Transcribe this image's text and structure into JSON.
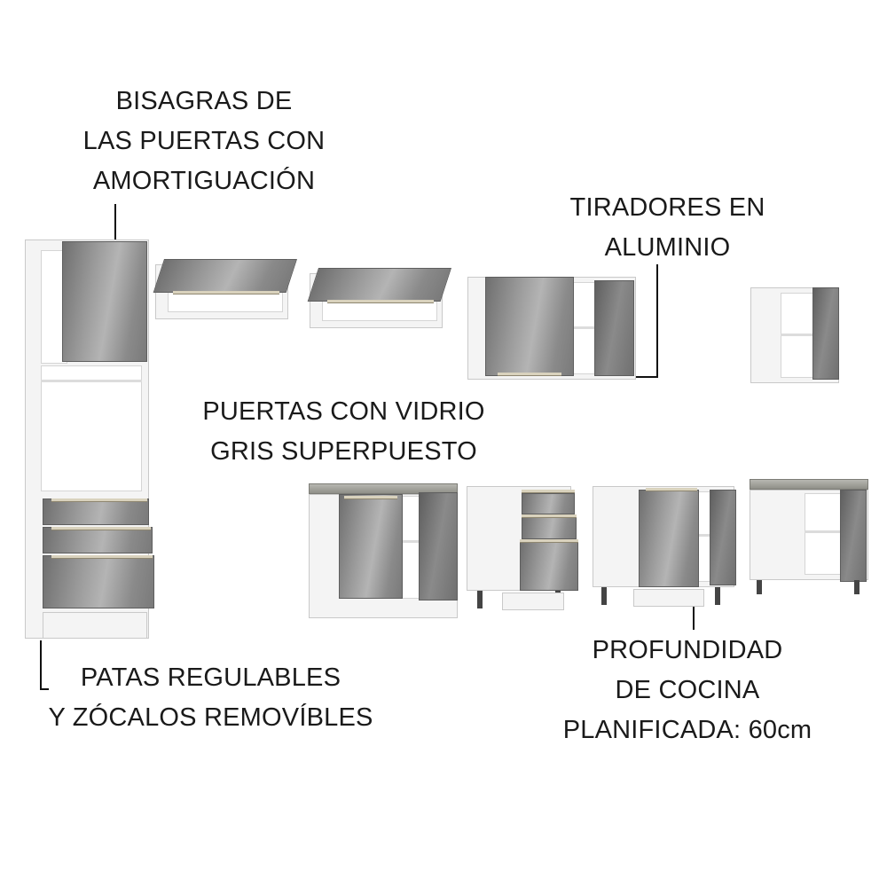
{
  "callouts": {
    "hinges": [
      "BISAGRAS DE",
      "LAS PUERTAS CON",
      "AMORTIGUACIÓN"
    ],
    "handles": [
      "TIRADORES EN",
      "ALUMINIO"
    ],
    "glass_doors": [
      "PUERTAS CON VIDRIO",
      "GRIS SUPERPUESTO"
    ],
    "legs": [
      "PATAS REGULABLES",
      "Y ZÓCALOS REMOVÍBLES"
    ],
    "depth": [
      "PROFUNDIDAD",
      "DE COCINA",
      "PLANIFICADA: 60cm"
    ]
  },
  "colors": {
    "carcass": "#ffffff",
    "door_gloss_gray": "#9c9c9c",
    "countertop": "#a3a39c",
    "text": "#1a1a1a"
  }
}
